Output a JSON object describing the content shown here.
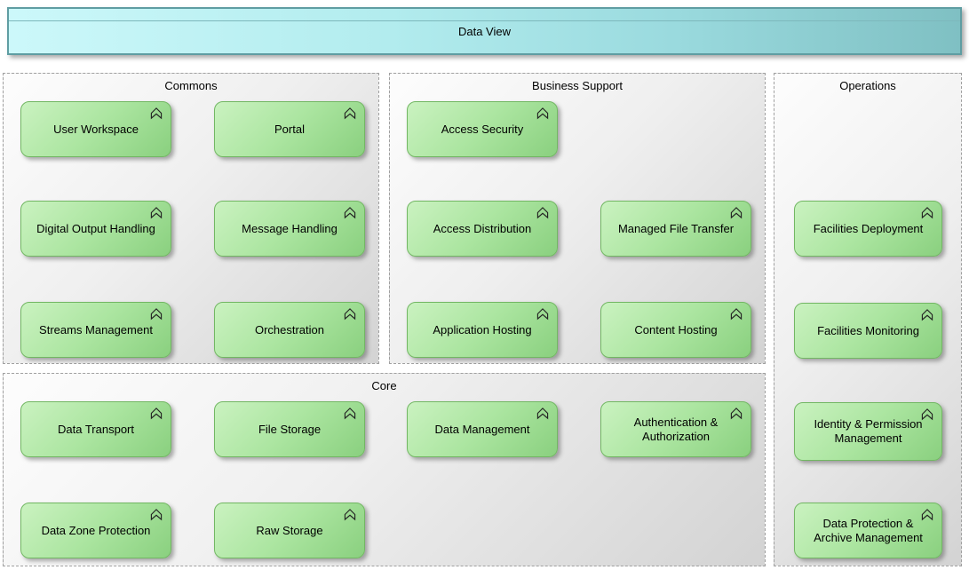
{
  "banner": {
    "title": "Data View"
  },
  "groups": {
    "commons": {
      "title": "Commons",
      "boxes": [
        "User Workspace",
        "Portal",
        "Digital Output Handling",
        "Message Handling",
        "Streams Management",
        "Orchestration"
      ]
    },
    "business_support": {
      "title": "Business Support",
      "boxes": [
        "Access Security",
        "Access Distribution",
        "Managed File Transfer",
        "Application Hosting",
        "Content Hosting"
      ]
    },
    "operations": {
      "title": "Operations",
      "boxes": [
        "Facilities Deployment",
        "Facilities Monitoring",
        "Identity & Permission Management",
        "Data Protection & Archive Management"
      ]
    },
    "core": {
      "title": "Core",
      "boxes": [
        "Data Transport",
        "File Storage",
        "Data Management",
        "Authentication & Authorization",
        "Data Zone Protection",
        "Raw Storage"
      ]
    }
  },
  "icons": {
    "node_badge": "function-chevron-icon"
  },
  "colors": {
    "banner_fill_left": "#ccf8fa",
    "banner_fill_right": "#7fc0c3",
    "banner_border": "#5f9da2",
    "node_fill_light": "#caf2c0",
    "node_fill_dark": "#8ad07f",
    "node_border": "#72b763",
    "group_border": "#a0a0a0",
    "text": "#000000"
  }
}
